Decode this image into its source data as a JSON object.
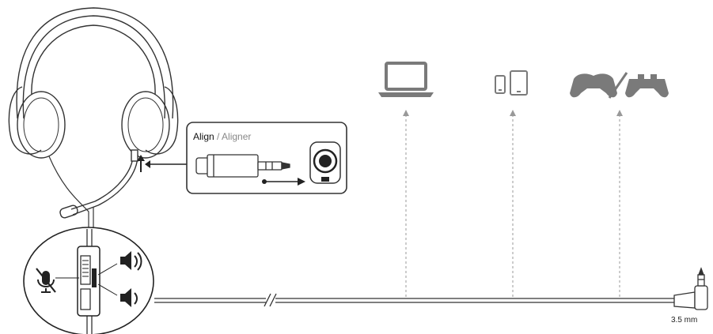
{
  "callout": {
    "label_primary": "Align",
    "label_separator": " / ",
    "label_secondary": "Aligner"
  },
  "connector": {
    "size_label": "3.5 mm"
  },
  "devices": [
    {
      "name": "laptop-icon"
    },
    {
      "name": "phone-tablet-icon"
    },
    {
      "name": "gamepad-icon"
    }
  ],
  "inline_control": {
    "icons": [
      "mic-mute-icon",
      "volume-up-icon",
      "volume-down-icon"
    ]
  },
  "colors": {
    "line": "#333333",
    "icon_gray": "#7a7a7a",
    "secondary_text": "#888888",
    "dashed": "#999999"
  }
}
